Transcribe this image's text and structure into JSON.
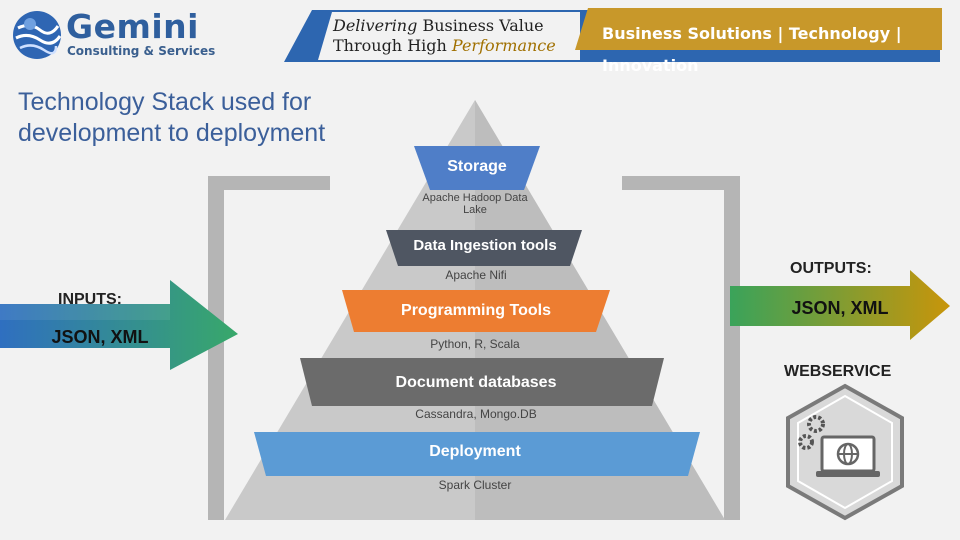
{
  "header": {
    "logo_main": "Gemini",
    "logo_sub": "Consulting & Services",
    "tagline_part1": "Delivering",
    "tagline_part2": " Business Value Through High ",
    "tagline_part3": "Performance",
    "banner_text": "Business Solutions | Technology | Innovation"
  },
  "heading": "Technology Stack used for development to deployment",
  "pyramid": {
    "tiers": [
      {
        "title": "Storage",
        "subtitle": "Apache Hadoop Data Lake",
        "color": "#4f7ec8"
      },
      {
        "title": "Data Ingestion tools",
        "subtitle": "Apache Nifi",
        "color": "#5a5f6a"
      },
      {
        "title": "Programming Tools",
        "subtitle": "Python, R, Scala",
        "color": "#ed7d31"
      },
      {
        "title": "Document databases",
        "subtitle": "Cassandra, Mongo.DB",
        "color": "#6b6b6b"
      },
      {
        "title": "Deployment",
        "subtitle": "Spark Cluster",
        "color": "#5b9bd5"
      }
    ]
  },
  "inputs": {
    "label": "INPUTS:",
    "value": "JSON, XML"
  },
  "outputs": {
    "label": "OUTPUTS:",
    "value": "JSON, XML"
  },
  "webservice": {
    "label": "WEBSERVICE",
    "icon": "webservice-icon"
  }
}
